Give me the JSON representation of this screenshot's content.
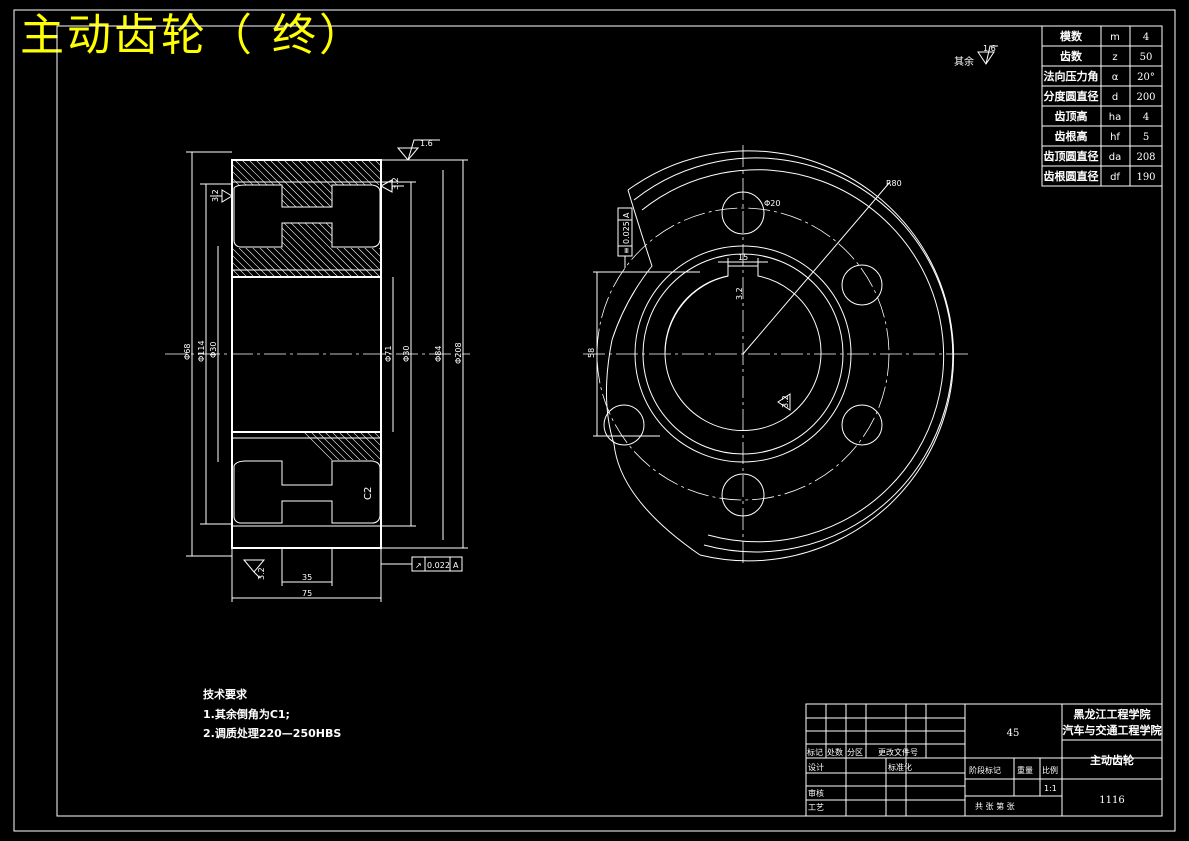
{
  "title": "主动齿轮（  终）",
  "roughness_note": {
    "label": "其余",
    "value": "1.6"
  },
  "gear_parameters": [
    {
      "name": "模数",
      "symbol": "m",
      "value": "4"
    },
    {
      "name": "齿数",
      "symbol": "z",
      "value": "50"
    },
    {
      "name": "法向压力角",
      "symbol": "α",
      "value": "20°"
    },
    {
      "name": "分度圆直径",
      "symbol": "d",
      "value": "200"
    },
    {
      "name": "齿顶高",
      "symbol": "ha",
      "value": "4"
    },
    {
      "name": "齿根高",
      "symbol": "hf",
      "value": "5"
    },
    {
      "name": "齿顶圆直径",
      "symbol": "da",
      "value": "208"
    },
    {
      "name": "齿根圆直径",
      "symbol": "df",
      "value": "190"
    }
  ],
  "section_view": {
    "roughness_top": "1.6",
    "roughness_right": "3.2",
    "roughness_left": "3.2",
    "roughness_bottom": "3.2",
    "chamfer": "C2",
    "runout": {
      "symbol": "↗",
      "value": "0.022",
      "datum": "A"
    },
    "dim_bottom_inner": "35",
    "dim_bottom_outer": "75",
    "diameters_left": [
      "Φ68",
      "Φ114"
    ],
    "diameter_inner_left": "Φ30",
    "diameters_right": [
      "Φ71",
      "Φ30",
      "Φ84",
      "Φ208"
    ]
  },
  "front_view": {
    "hole_label": "Φ20",
    "radius_label": "R80",
    "keyway_width": "15",
    "keyway_depth": "3.2",
    "bore_roughness": "3.2",
    "height_dim": "58",
    "symmetry": {
      "symbol": "≡",
      "value": "0.025",
      "datum": "A"
    }
  },
  "requirements": {
    "heading": "技术要求",
    "items": [
      "1.其余倒角为C1;",
      "2.调质处理220—250HBS"
    ]
  },
  "title_block": {
    "material": "45",
    "school_line1": "黑龙江工程学院",
    "school_line2": "汽车与交通工程学院",
    "part_name": "主动齿轮",
    "drawing_no": "1116",
    "row_labels": [
      "标记",
      "处数",
      "分区",
      "更改文件号"
    ],
    "design": "设计",
    "standardize": "标准化",
    "review": "审核",
    "process": "工艺",
    "stage_mark": "阶段标记",
    "weight": "重量",
    "ratio_label": "比例",
    "ratio": "1:1",
    "sheets": "共  张  第  张"
  }
}
